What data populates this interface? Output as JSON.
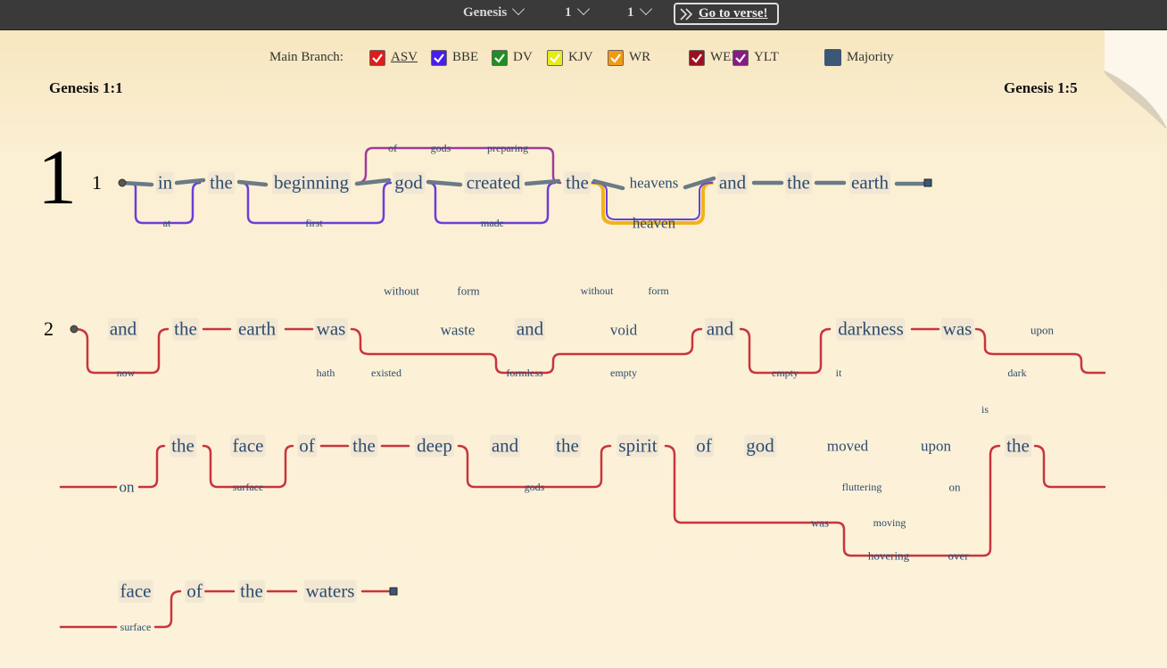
{
  "nav": {
    "book": "Genesis",
    "chapter": "1",
    "verse": "1",
    "goto_label": "Go to verse!"
  },
  "legend": {
    "label": "Main Branch:",
    "translations": [
      {
        "name": "ASV",
        "color": "#e11b1b",
        "checked": true
      },
      {
        "name": "BBE",
        "color": "#4a1ee8",
        "checked": true
      },
      {
        "name": "DV",
        "color": "#1f8f1f",
        "checked": true
      },
      {
        "name": "KJV",
        "color": "#e8ea1a",
        "checked": true
      },
      {
        "name": "WR",
        "color": "#f39a12",
        "checked": true
      },
      {
        "name": "WEB",
        "color": "#9b1020",
        "checked": true
      },
      {
        "name": "YLT",
        "color": "#8a1a86",
        "checked": true
      }
    ],
    "majority_label": "Majority",
    "majority_color": "#3c5877"
  },
  "range": {
    "start": "Genesis 1:1",
    "end": "Genesis 1:5"
  },
  "chapter_number": "1",
  "verses": [
    {
      "number": "1"
    },
    {
      "number": "2"
    }
  ],
  "colors": {
    "majority": "#6a7a86",
    "asv": "#c9343e",
    "bbe": "#6b3fd8",
    "ylt": "#a23a9a",
    "wr": "#f2b21a",
    "word": "#2d4b6e"
  },
  "words": {
    "v1": [
      "in",
      "the",
      "beginning",
      "god",
      "created",
      "the",
      "heavens",
      "and",
      "the",
      "earth",
      "at",
      "first",
      "made",
      "heaven",
      "of",
      "gods",
      "preparing"
    ],
    "v2_row1": [
      "and",
      "the",
      "earth",
      "was",
      "waste",
      "and",
      "void",
      "and",
      "darkness",
      "was",
      "upon",
      "now",
      "hath",
      "existed",
      "formless",
      "empty",
      "empty",
      "it",
      "dark",
      "without",
      "form",
      "without",
      "form",
      "is"
    ],
    "v2_row2": [
      "on",
      "the",
      "face",
      "surface",
      "of",
      "the",
      "deep",
      "and",
      "the",
      "gods",
      "spirit",
      "of",
      "god",
      "moved",
      "fluttering",
      "upon",
      "on",
      "the",
      "was",
      "moving",
      "hovering",
      "over"
    ],
    "v2_row3": [
      "face",
      "surface",
      "of",
      "the",
      "waters"
    ]
  }
}
